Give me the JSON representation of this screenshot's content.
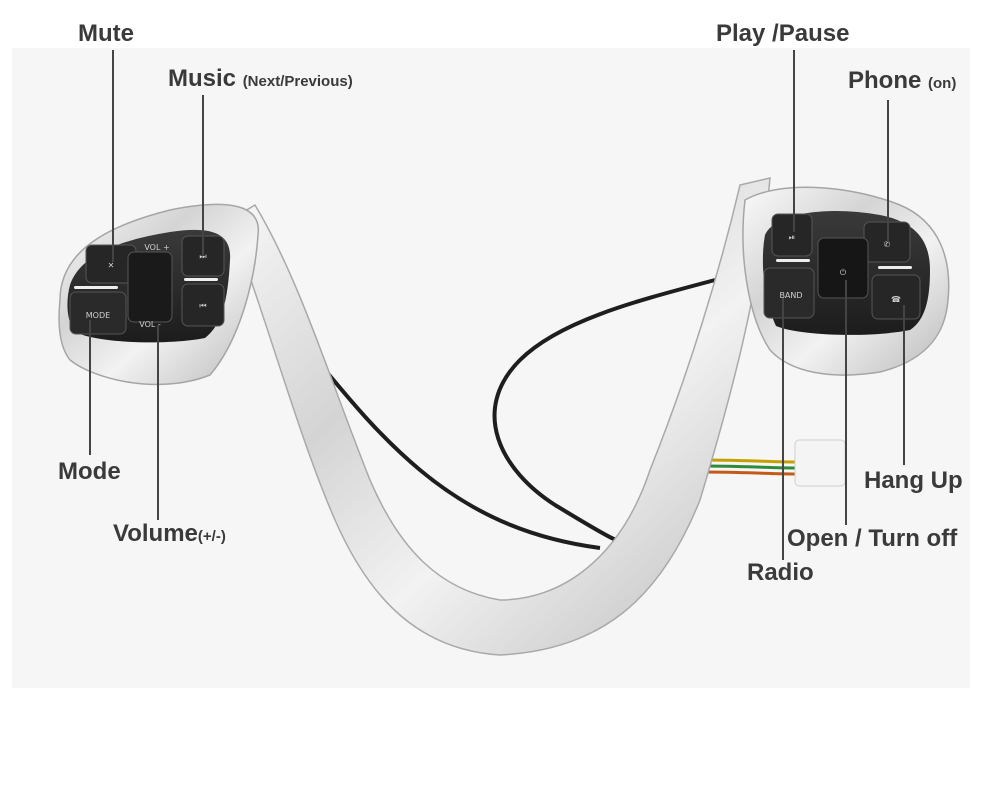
{
  "labels": {
    "mute": "Mute",
    "music": "Music",
    "music_sub": "(Next/Previous)",
    "mode": "Mode",
    "volume": "Volume",
    "volume_sub": "(+/-)",
    "play_pause": "Play /Pause",
    "phone": "Phone",
    "phone_sub": "(on)",
    "hang_up": "Hang Up",
    "open_turn_off": "Open / Turn off",
    "radio": "Radio"
  },
  "button_text": {
    "vol_plus": "VOL +",
    "vol_minus": "VOL -",
    "mode": "MODE",
    "band": "BAND"
  },
  "colors": {
    "label_text": "#3a3a3a",
    "leader_line": "#444444",
    "button": "#2b2b2b",
    "chrome": "#d9d9d9"
  }
}
